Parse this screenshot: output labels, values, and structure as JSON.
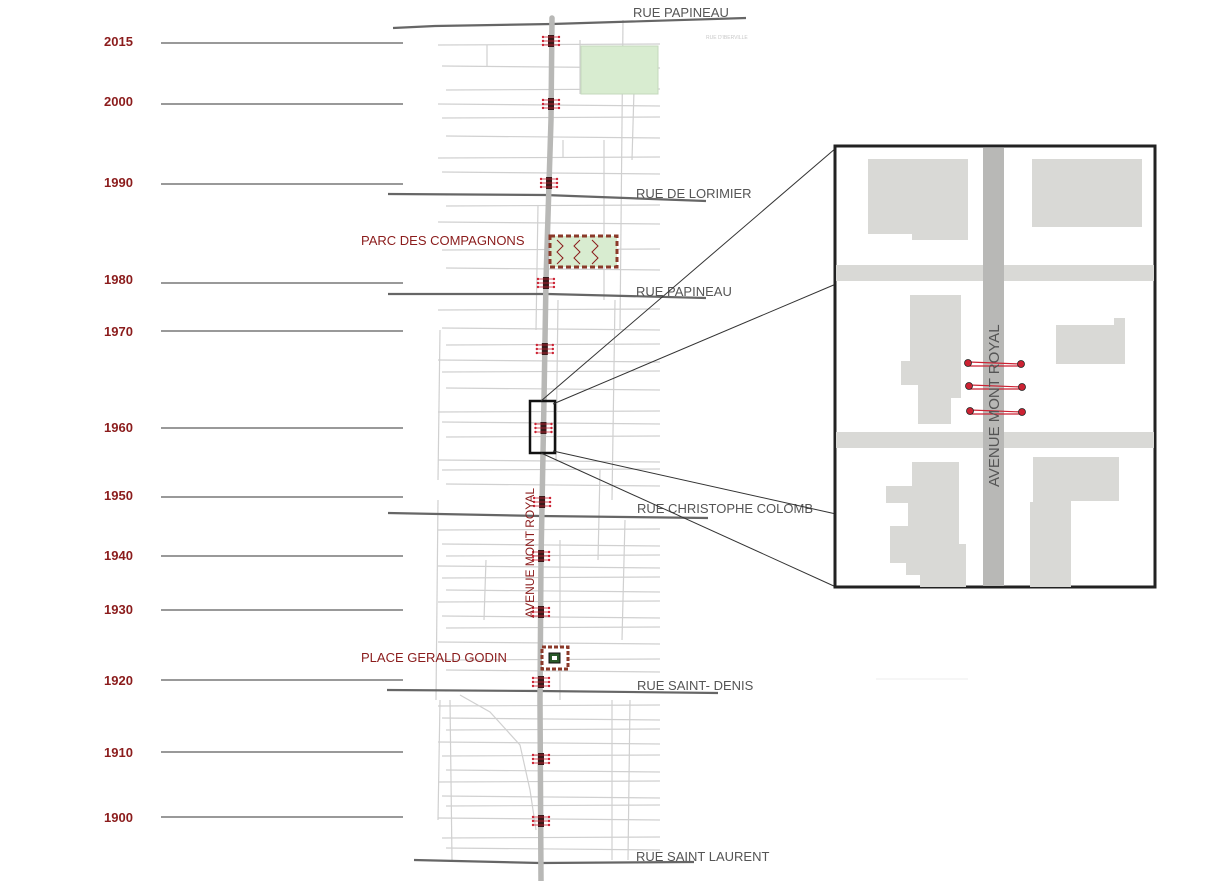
{
  "timeline": {
    "years": [
      {
        "label": "2015"
      },
      {
        "label": "2000"
      },
      {
        "label": "1990"
      },
      {
        "label": "1980"
      },
      {
        "label": "1970"
      },
      {
        "label": "1960"
      },
      {
        "label": "1950"
      },
      {
        "label": "1940"
      },
      {
        "label": "1930"
      },
      {
        "label": "1920"
      },
      {
        "label": "1910"
      },
      {
        "label": "1900"
      }
    ]
  },
  "streets": {
    "rue_papineau_top": "RUE PAPINEAU",
    "rue_de_lorimier": "RUE DE LORIMIER",
    "rue_papineau_mid": "RUE PAPINEAU",
    "rue_christophe_colomb": "RUE CHRISTOPHE COLOMB",
    "rue_saint_denis": "RUE SAINT- DENIS",
    "rue_saint_laurent": "RUE SAINT LAURENT"
  },
  "places": {
    "parc": "PARC DES COMPAGNONS",
    "place": "PLACE GERALD GODIN"
  },
  "avenue": {
    "main_label": "AVENUE MONT ROYAL",
    "inset_label": "AVENUE MONT ROYAL"
  },
  "tiny_label": "RUE D'IBERVILLE",
  "colors": {
    "accent_red": "#8b1c1c",
    "avenue_gray": "#b8b8b6",
    "street_gray": "#555555",
    "grid_gray": "#cfcfcf",
    "park_green": "#d8ecd0",
    "crossing_red": "#cc2233",
    "building_gray": "#d9d9d6"
  },
  "icons": {
    "crosswalk": "crosswalk-icon",
    "metro": "metro-station-icon"
  }
}
